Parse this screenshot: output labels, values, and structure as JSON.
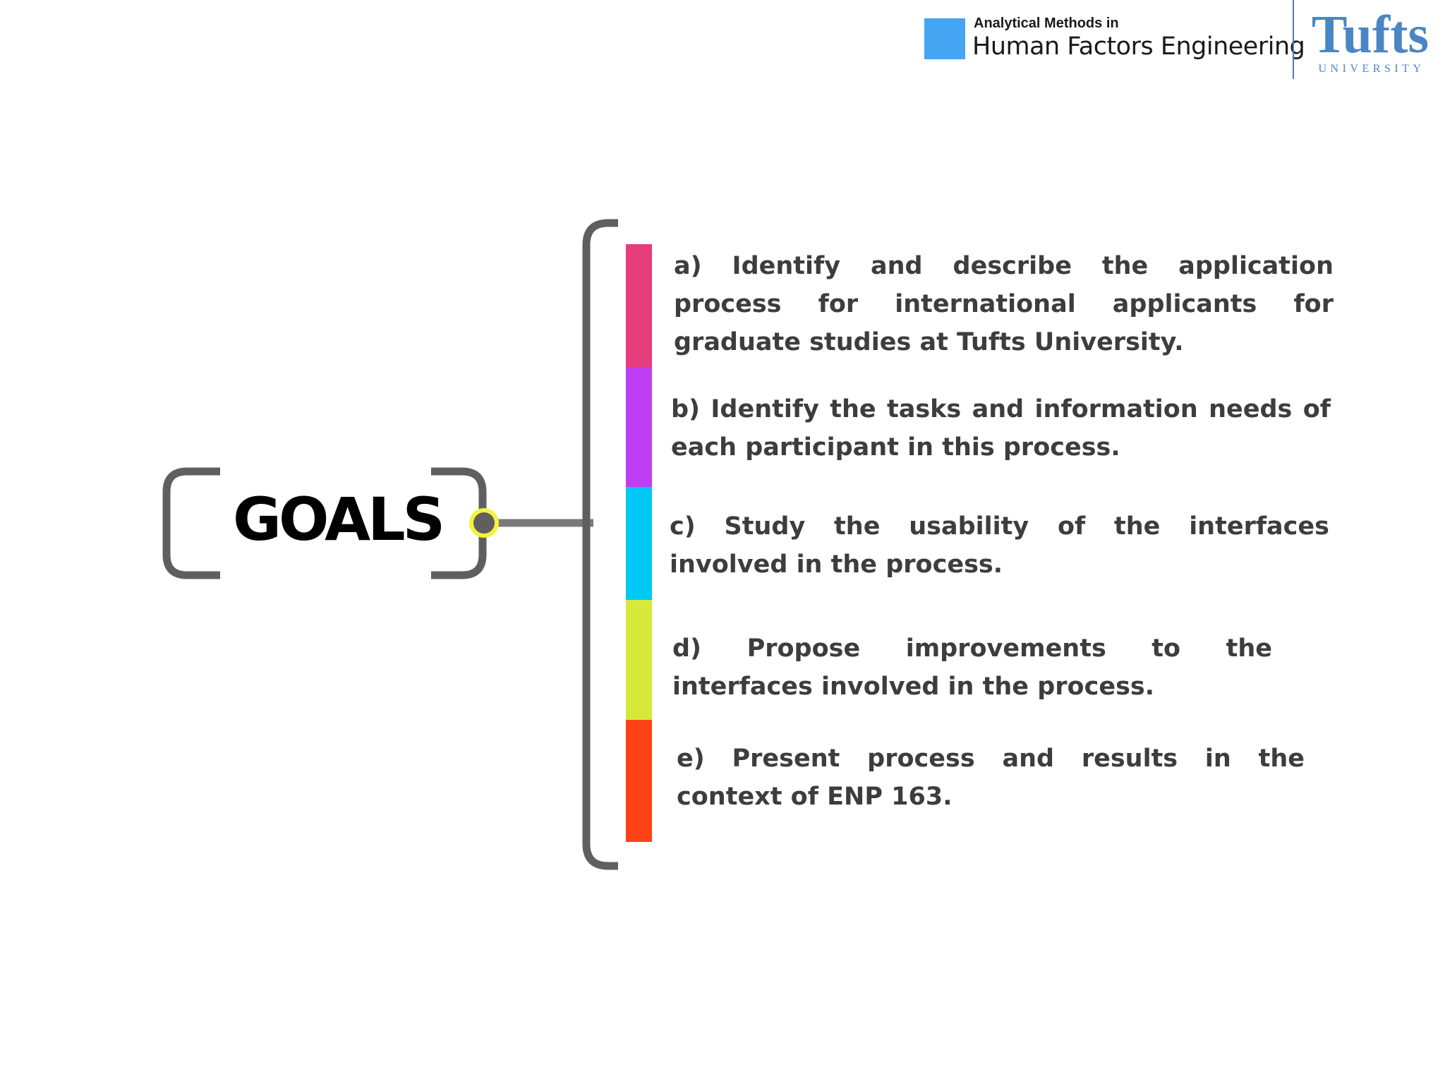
{
  "header": {
    "course_small": "Analytical Methods in",
    "course_large": "Human Factors Engineering",
    "logo_text": "Tufts",
    "logo_subtext": "UNIVERSITY",
    "accent_color": "#45a5f2"
  },
  "goals": {
    "label": "GOALS",
    "items": [
      {
        "text": "a) Identify and describe the application process for international applicants for graduate studies at Tufts University.",
        "color": "#e63d7b"
      },
      {
        "text": "b) Identify the tasks and information needs of each participant in this process.",
        "color": "#bf3df2"
      },
      {
        "text": "c) Study the usability of the interfaces involved in the process.",
        "color": "#00c8f5"
      },
      {
        "text": "d) Propose improvements to the interfaces involved in the process.",
        "color": "#d6e83a"
      },
      {
        "text": "e) Present process and results in the context of ENP 163.",
        "color": "#ff4216"
      }
    ]
  }
}
